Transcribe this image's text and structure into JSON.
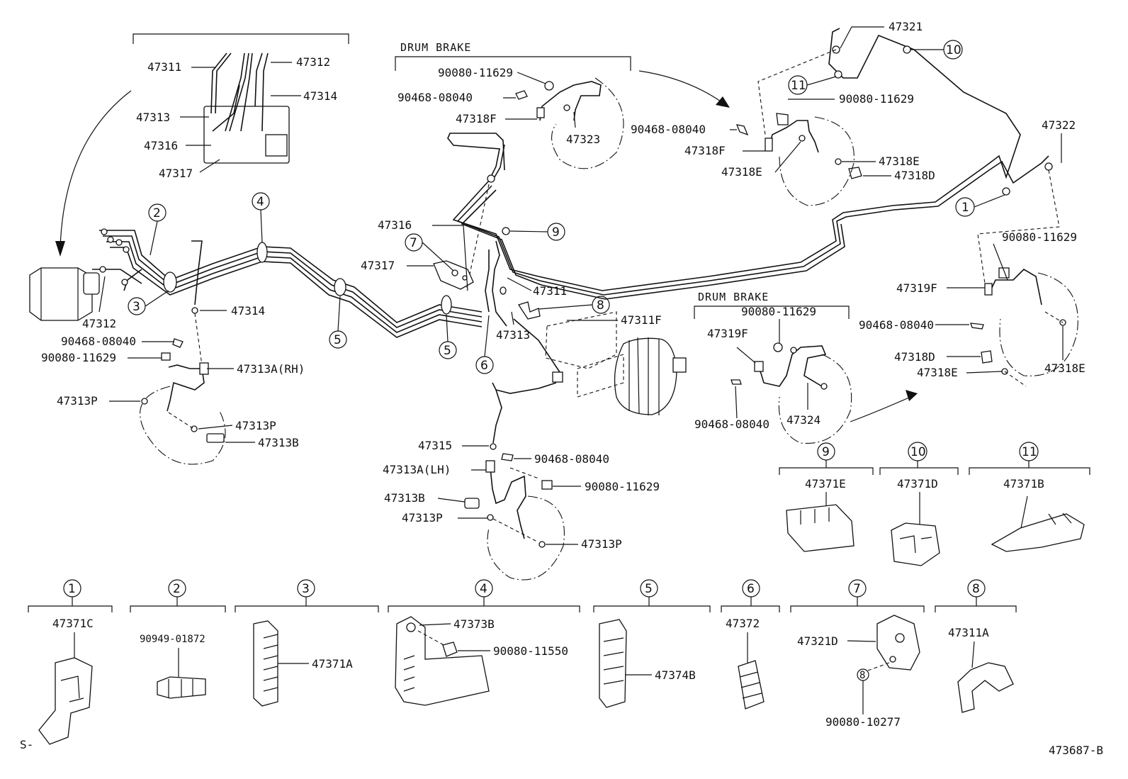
{
  "diagram": {
    "labels": {
      "l47311": "47311",
      "l47312": "47312",
      "l47313": "47313",
      "l47314": "47314",
      "l47316": "47316",
      "l47317": "47317",
      "l47312b": "47312",
      "l47314b": "47314",
      "l90468_a": "90468-08040",
      "l90080_a": "90080-11629",
      "l47313P_a": "47313P",
      "l47313A_RH": "47313A(RH)",
      "l47313P_b": "47313P",
      "l47313B_a": "47313B",
      "drum1": "DRUM BRAKE",
      "l90080_b": "90080-11629",
      "l90468_b": "90468-08040",
      "l47318F_a": "47318F",
      "l47323": "47323",
      "l47316b": "47316",
      "l47317b": "47317",
      "l47311b": "47311",
      "l47311F": "47311F",
      "l47313b": "47313",
      "l47315": "47315",
      "l90468_c": "90468-08040",
      "l47313A_LH": "47313A(LH)",
      "l90080_c": "90080-11629",
      "l47313B_b": "47313B",
      "l47313P_c": "47313P",
      "l47313P_d": "47313P",
      "l47321": "47321",
      "l90080_d": "90080-11629",
      "l90468_d": "90468-08040",
      "l47318F_b": "47318F",
      "l47318E_a": "47318E",
      "l47318E_b": "47318E",
      "l47318D_a": "47318D",
      "l47322": "47322",
      "l90080_e": "90080-11629",
      "l47319F_a": "47319F",
      "l90468_e": "90468-08040",
      "l47318D_b": "47318D",
      "l47318E_c": "47318E",
      "l47318E_d": "47318E",
      "drum2": "DRUM BRAKE",
      "l90080_f": "90080-11629",
      "l47319F_b": "47319F",
      "l90468_f": "90468-08040",
      "l47324": "47324"
    },
    "circled": {
      "c1": "1",
      "c2": "2",
      "c3": "3",
      "c4": "4",
      "c5a": "5",
      "c5b": "5",
      "c6": "6",
      "c7": "7",
      "c8": "8",
      "c9": "9",
      "c10": "10",
      "c11": "11",
      "b9": "9",
      "b10": "10",
      "b11": "11",
      "b1": "1",
      "b2": "2",
      "b3": "3",
      "b4": "4",
      "b5": "5",
      "b6": "6",
      "b7": "7",
      "b8": "8",
      "sb8": "8"
    },
    "legend_parts": {
      "p47371E": "47371E",
      "p47371D": "47371D",
      "p47371B": "47371B",
      "p47371C": "47371C",
      "p90949": "90949-01872",
      "p47371A": "47371A",
      "p47373B": "47373B",
      "p90080_11550": "90080-11550",
      "p47374B": "47374B",
      "p47372": "47372",
      "p47321D": "47321D",
      "p47311A": "47311A",
      "p90080_10277": "90080-10277"
    },
    "footer": {
      "left": "S-",
      "right": "473687-B"
    }
  }
}
